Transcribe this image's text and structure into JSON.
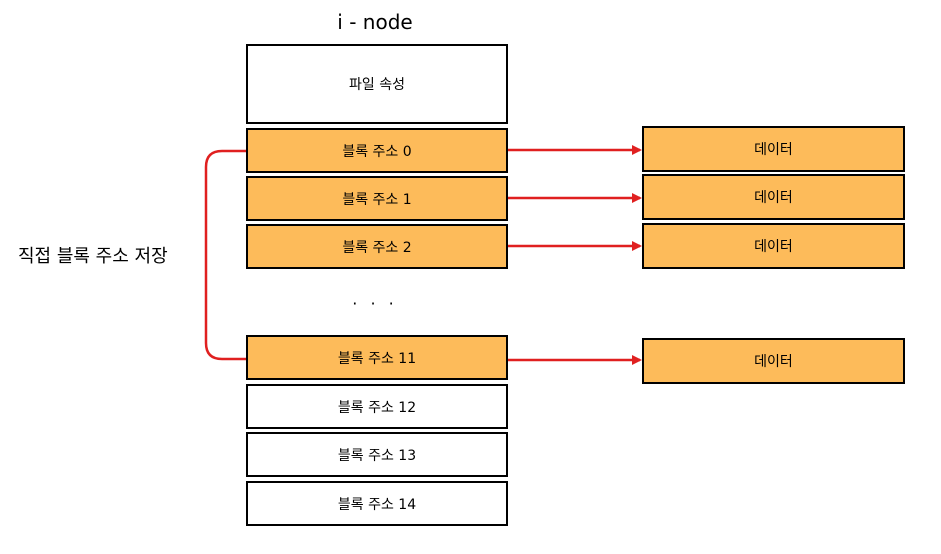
{
  "title": "i - node",
  "side_label": "직접 블록 주소 저장",
  "inode_cells": {
    "attributes": "파일 속성",
    "addr0": "블록 주소 0",
    "addr1": "블록 주소 1",
    "addr2": "블록 주소 2",
    "ellipsis": "· · ·",
    "addr11": "블록 주소 11",
    "addr12": "블록 주소 12",
    "addr13": "블록 주소 13",
    "addr14": "블록 주소 14"
  },
  "data_blocks": [
    "데이터",
    "데이터",
    "데이터",
    "데이터"
  ],
  "colors": {
    "highlight": "#fdbb5a",
    "arrow": "#e02020",
    "border": "#000000"
  }
}
